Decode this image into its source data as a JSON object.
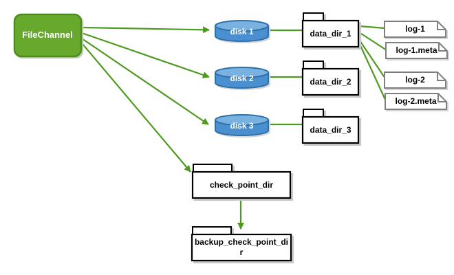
{
  "diagram": {
    "root": {
      "label": "FileChannel"
    },
    "disks": [
      {
        "label": "disk 1"
      },
      {
        "label": "disk 2"
      },
      {
        "label": "disk 3"
      }
    ],
    "data_dirs": [
      {
        "label": "data_dir_1"
      },
      {
        "label": "data_dir_2"
      },
      {
        "label": "data_dir_3"
      }
    ],
    "log_files": [
      {
        "label": "log-1"
      },
      {
        "label": "log-1.meta"
      },
      {
        "label": "log-2"
      },
      {
        "label": "log-2.meta"
      }
    ],
    "checkpoint": {
      "label": "check_point_dir"
    },
    "backup_checkpoint": {
      "label": "backup_check_point_dir"
    },
    "edges": [
      {
        "from": "FileChannel",
        "to": "disk 1"
      },
      {
        "from": "FileChannel",
        "to": "disk 2"
      },
      {
        "from": "FileChannel",
        "to": "disk 3"
      },
      {
        "from": "FileChannel",
        "to": "check_point_dir"
      },
      {
        "from": "disk 1",
        "to": "data_dir_1"
      },
      {
        "from": "disk 2",
        "to": "data_dir_2"
      },
      {
        "from": "disk 3",
        "to": "data_dir_3"
      },
      {
        "from": "data_dir_1",
        "to": "log-1"
      },
      {
        "from": "data_dir_1",
        "to": "log-1.meta"
      },
      {
        "from": "data_dir_1",
        "to": "log-2"
      },
      {
        "from": "data_dir_1",
        "to": "log-2.meta"
      },
      {
        "from": "check_point_dir",
        "to": "backup_check_point_dir"
      }
    ],
    "colors": {
      "root_fill": "#66a92c",
      "root_border": "#4f8c1d",
      "arrow_green": "#4e9a1f",
      "disk_fill": "#4a8fd0",
      "disk_lid": "#79b1e0",
      "disk_border": "#2e6fa8",
      "folder_border": "#000000",
      "note_border": "#7f7f7f",
      "node_fill": "#ffffff"
    }
  }
}
